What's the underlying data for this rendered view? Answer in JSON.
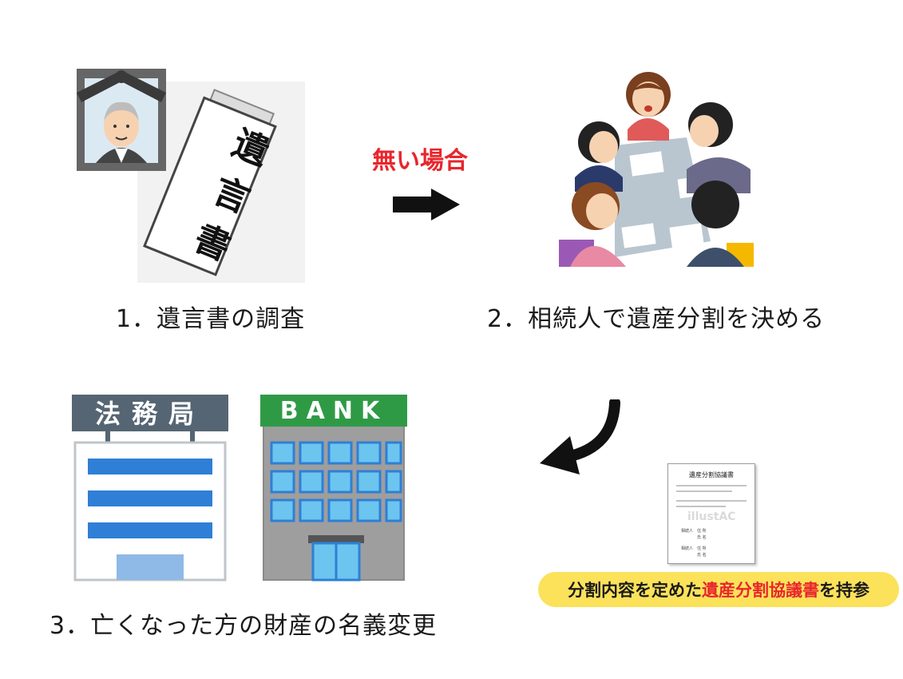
{
  "steps": [
    {
      "label": "1．遺言書の調査"
    },
    {
      "label": "2．相続人で遺産分割を決める"
    },
    {
      "label": "3．亡くなった方の財産の名義変更"
    }
  ],
  "connector": {
    "no_will_label": "無い場合"
  },
  "will_document": {
    "text": "遺言書"
  },
  "legal_affairs_bureau": {
    "sign": "法務局"
  },
  "bank": {
    "sign": "BANK"
  },
  "agreement_doc": {
    "title": "遺産分割協議書",
    "watermark": "illustAC",
    "lines": [
      "相続人　住 所",
      "　　　　氏 名",
      "相続人　住 所",
      "　　　　氏 名"
    ]
  },
  "bring_note": {
    "prefix": "分割内容を定めた",
    "highlight": "遺産分割協議書",
    "suffix": "を持参"
  },
  "colors": {
    "accent_red": "#e8262c",
    "pill_yellow": "#fbe25a",
    "bank_green": "#2f9a46",
    "window_blue": "#2f7fd6"
  }
}
